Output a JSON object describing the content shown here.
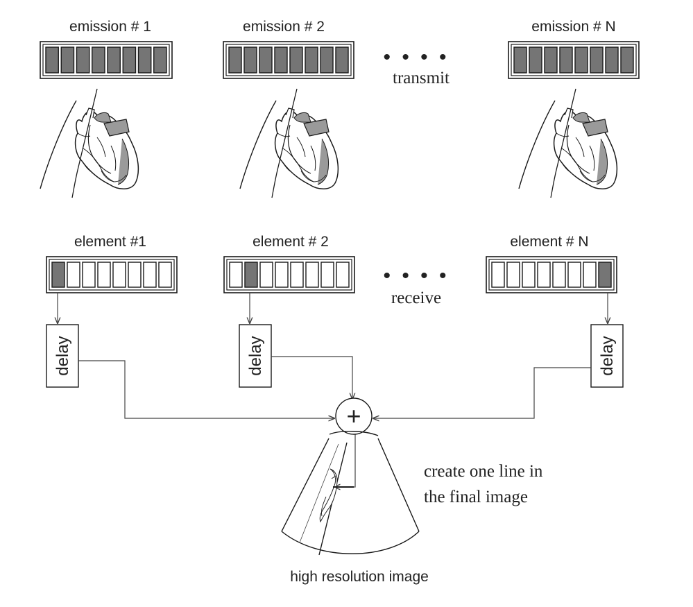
{
  "emissions": [
    {
      "label": "emission # 1"
    },
    {
      "label": "emission # 2"
    },
    {
      "label": "emission # N"
    }
  ],
  "transmit": {
    "dots": "• • • •",
    "label": "transmit"
  },
  "elements": [
    {
      "label": "element #1",
      "active_index": 0
    },
    {
      "label": "element # 2",
      "active_index": 1
    },
    {
      "label": "element # N",
      "active_index": 7
    }
  ],
  "receive": {
    "dots": "• • • •",
    "label": "receive"
  },
  "delay_label": "delay",
  "sum_symbol": "+",
  "annotation": {
    "line1": "create one line in",
    "line2": "the final image"
  },
  "image_caption": "high resolution image",
  "colors": {
    "element_fill": "#757575",
    "stroke": "#1a1a1a",
    "heart_shade": "#9a9a9a"
  }
}
